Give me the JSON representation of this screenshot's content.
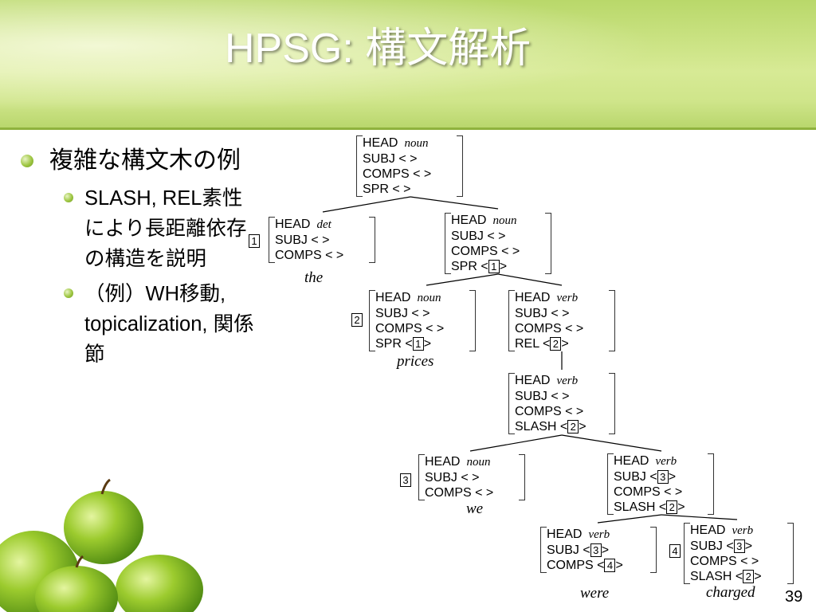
{
  "slide": {
    "title": "HPSG: 構文解析",
    "page_number": "39",
    "accent_color": "#9ec642"
  },
  "bullets": [
    {
      "text": "複雑な構文木の例",
      "level": 1
    },
    {
      "text": "SLASH, REL素性により長距離依存の構造を説明",
      "level": 2
    },
    {
      "text": "（例）WH移動, topicalization, 関係節",
      "level": 2
    }
  ],
  "tree": {
    "nodes": {
      "root": {
        "head_label": "HEAD",
        "head": "noun",
        "rows": [
          "SUBJ  < >",
          "COMPS  < >",
          "SPR < >"
        ]
      },
      "the": {
        "head_label": "HEAD",
        "head": "det",
        "rows": [
          "SUBJ  < >",
          "COMPS  < >"
        ],
        "tag": "1",
        "word": "the"
      },
      "np_right": {
        "head_label": "HEAD",
        "head": "noun",
        "rows": [
          "SUBJ  < >",
          "COMPS  < >"
        ],
        "spr_label": "SPR <",
        "spr_tag": "1",
        "spr_end": ">"
      },
      "prices": {
        "head_label": "HEAD",
        "head": "noun",
        "rows": [
          "SUBJ  < >",
          "COMPS  < >"
        ],
        "spr_label": "SPR <",
        "spr_tag": "1",
        "spr_end": ">",
        "tag": "2",
        "word": "prices"
      },
      "rel": {
        "head_label": "HEAD",
        "head": "verb",
        "rows": [
          "SUBJ  < >",
          "COMPS  < >"
        ],
        "rel_label": "REL <",
        "rel_tag": "2",
        "rel_end": ">"
      },
      "s_slash": {
        "head_label": "HEAD",
        "head": "verb",
        "rows": [
          "SUBJ  < >",
          "COMPS  < >"
        ],
        "slash_label": "SLASH <",
        "slash_tag": "2",
        "slash_end": ">"
      },
      "we": {
        "head_label": "HEAD",
        "head": "noun",
        "rows": [
          "SUBJ  < >",
          "COMPS  < >"
        ],
        "tag": "3",
        "word": "we"
      },
      "vp_slash": {
        "head_label": "HEAD",
        "head": "verb",
        "subj_label": "SUBJ  <",
        "subj_tag": "3",
        "subj_end": ">",
        "rows": [
          "COMPS  < >"
        ],
        "slash_label": "SLASH <",
        "slash_tag": "2",
        "slash_end": ">"
      },
      "were": {
        "head_label": "HEAD",
        "head": "verb",
        "subj_label": "SUBJ  <",
        "subj_tag": "3",
        "subj_end": ">",
        "comps_label": "COMPS  <",
        "comps_tag": "4",
        "comps_end": ">",
        "word": "were"
      },
      "charged": {
        "head_label": "HEAD",
        "head": "verb",
        "subj_label": "SUBJ  <",
        "subj_tag": "3",
        "subj_end": ">",
        "rows": [
          "COMPS  < >"
        ],
        "slash_label": "SLASH <",
        "slash_tag": "2",
        "slash_end": ">",
        "tag": "4",
        "word": "charged"
      }
    }
  }
}
